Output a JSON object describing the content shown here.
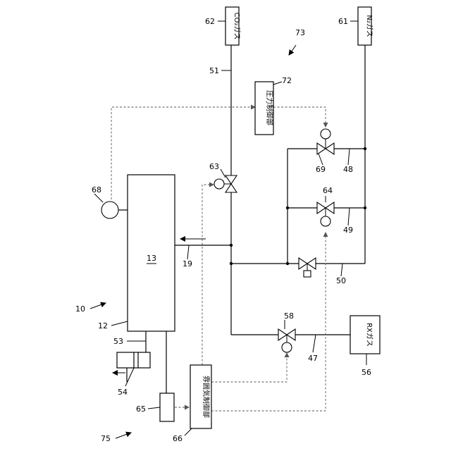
{
  "refs": {
    "r10": "10",
    "r12": "12",
    "r13": "13",
    "r19": "19",
    "r47": "47",
    "r48": "48",
    "r49": "49",
    "r50": "50",
    "r51": "51",
    "r53": "53",
    "r54": "54",
    "r56": "56",
    "r58": "58",
    "r61": "61",
    "r62": "62",
    "r63": "63",
    "r64": "64",
    "r65": "65",
    "r66": "66",
    "r68": "68",
    "r69": "69",
    "r72": "72",
    "r73": "73",
    "r75": "75"
  },
  "labels": {
    "co2_gas": "CO₂ガス",
    "n2_gas": "N₂ガス",
    "pressure_controller": "圧力制御部",
    "atmosphere_controller": "雰囲気制御部",
    "rx_gas": "RXガス"
  }
}
